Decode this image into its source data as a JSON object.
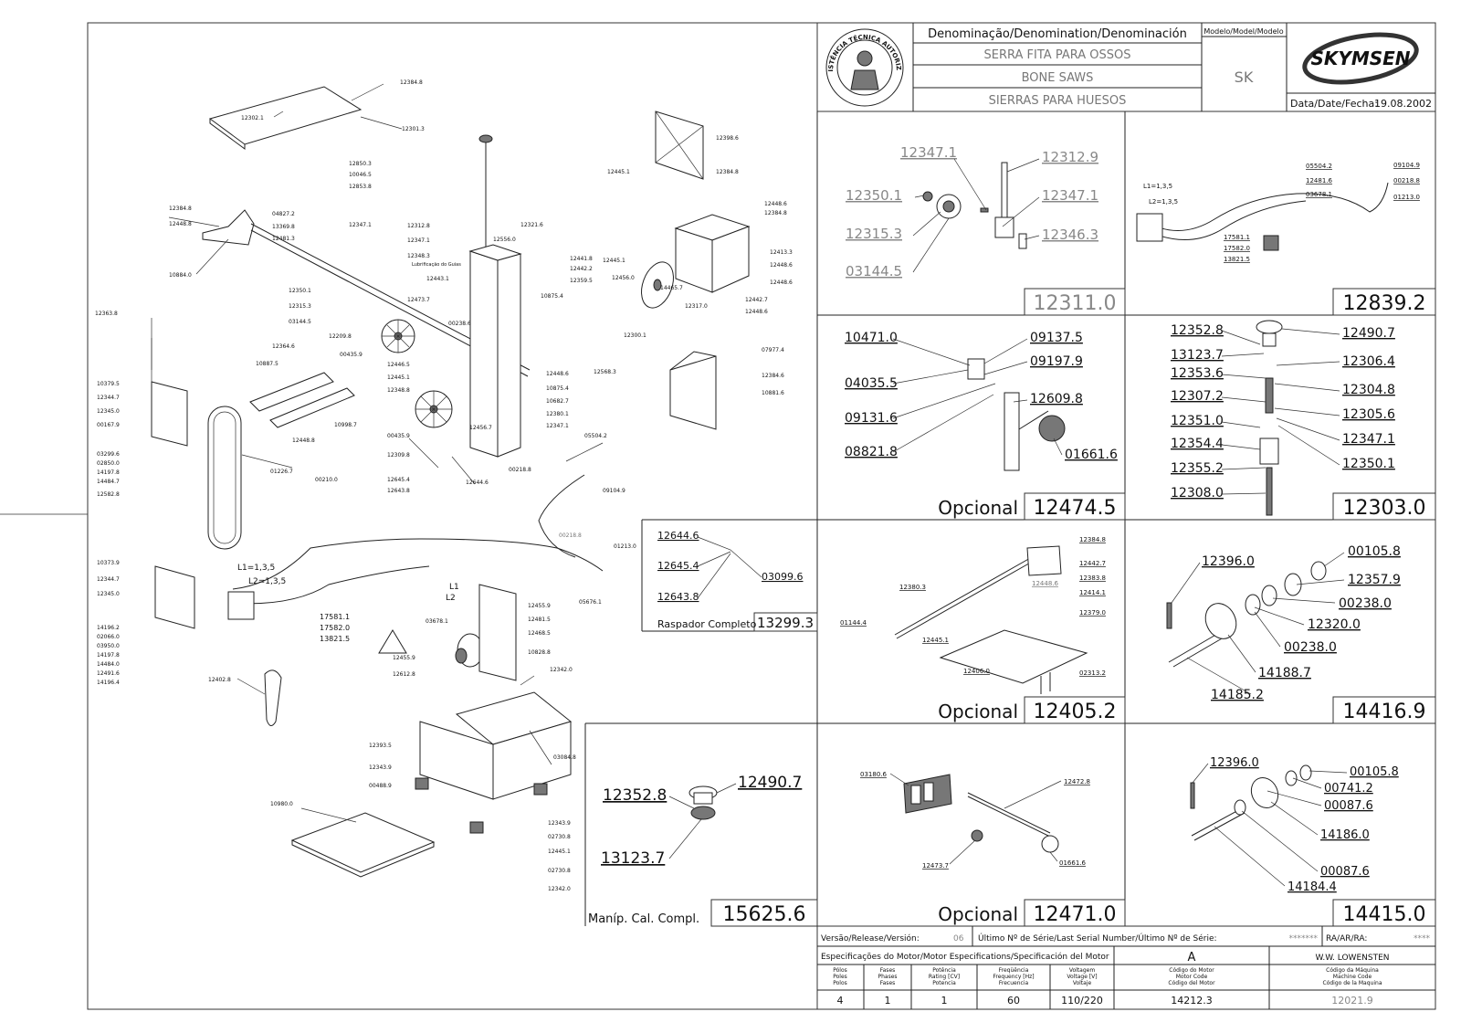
{
  "title_block": {
    "denomination_header": "Denominação/Denomination/Denominación",
    "denomination_pt": "SERRA FITA PARA OSSOS",
    "denomination_en": "BONE SAWS",
    "denomination_es": "SIERRAS PARA HUESOS",
    "model_header": "Modelo/Model/Modelo",
    "model": "SK",
    "brand": "SKYMSEN",
    "date_label": "Data/Date/Fecha:",
    "date": "19.08.2002",
    "seal_text": "ASSISTÊNCIA TÉCNICA AUTORIZADA"
  },
  "footer": {
    "version_label": "Versão/Release/Versión:",
    "version": "06",
    "serial_label": "Último Nº de Série/Last Serial Number/Último Nº de Série:",
    "serial": "*******",
    "ra_label": "RA/AR/RA:",
    "ra": "****",
    "motor_spec_label": "Especificações do Motor/Motor Especifications/Specificación del Motor",
    "motor_code_letter": "A",
    "maker": "W.W. LOWENSTEN",
    "headers": [
      [
        "Pólos",
        "Poles",
        "Polos"
      ],
      [
        "Fases",
        "Phases",
        "Fases"
      ],
      [
        "Potência",
        "Rating [CV]",
        "Potencia"
      ],
      [
        "Freqüência",
        "Frequency [Hz]",
        "Frecuencia"
      ],
      [
        "Voltagem",
        "Voltage [V]",
        "Voltaje"
      ],
      [
        "Código do Motor",
        "Motor Code",
        "Código del Motor"
      ],
      [
        "Código da Máquina",
        "Machine Code",
        "Código de la Maquina"
      ]
    ],
    "values": [
      "4",
      "1",
      "1",
      "60",
      "110/220",
      "14212.3",
      "12021.9"
    ]
  },
  "panels": {
    "p12311": {
      "code": "12311.0",
      "labels": [
        "12347.1",
        "12312.9",
        "12350.1",
        "12347.1",
        "12315.3",
        "12346.3",
        "03144.5"
      ]
    },
    "p12839": {
      "code": "12839.2",
      "labels": [
        "05504.2",
        "09104.9",
        "12481.6",
        "00218.8",
        "L1=1,3,5",
        "03678.1",
        "01213.0",
        "L2=1,3,5",
        "17581.1",
        "17582.0",
        "13821.5"
      ]
    },
    "p12474": {
      "caption": "Opcional",
      "code": "12474.5",
      "labels": [
        "10471.0",
        "09137.5",
        "09197.9",
        "04035.5",
        "12609.8",
        "09131.6",
        "08821.8",
        "01661.6"
      ]
    },
    "p12303": {
      "code": "12303.0",
      "labels": [
        "12352.8",
        "12490.7",
        "13123.7",
        "12306.4",
        "12353.6",
        "12304.8",
        "12307.2",
        "12305.6",
        "12351.0",
        "12347.1",
        "12354.4",
        "12350.1",
        "12355.2",
        "12308.0"
      ]
    },
    "p13299": {
      "caption": "Raspador Completo",
      "code": "13299.3",
      "labels": [
        "12644.6",
        "12645.4",
        "03099.6",
        "12643.8"
      ]
    },
    "p12405": {
      "caption": "Opcional",
      "code": "12405.2",
      "labels": [
        "12384.8",
        "12442.7",
        "12380.3",
        "12383.8",
        "12448.6",
        "12414.1",
        "12379.0",
        "01144.4",
        "12445.1",
        "12406.0",
        "02313.2"
      ]
    },
    "p14416": {
      "code": "14416.9",
      "labels": [
        "12396.0",
        "00105.8",
        "12357.9",
        "00238.0",
        "12320.0",
        "00238.0",
        "14188.7",
        "14185.2"
      ]
    },
    "p15625": {
      "caption": "Maníp. Cal. Compl.",
      "code": "15625.6",
      "labels": [
        "12352.8",
        "12490.7",
        "13123.7"
      ]
    },
    "p12471": {
      "caption": "Opcional",
      "code": "12471.0",
      "labels": [
        "03180.6",
        "12472.8",
        "12473.7",
        "01661.6"
      ]
    },
    "p14415": {
      "code": "14415.0",
      "labels": [
        "12396.0",
        "00105.8",
        "00741.2",
        "00087.6",
        "14186.0",
        "00087.6",
        "14184.4"
      ]
    }
  },
  "main_labels": [
    "12384.8",
    "12302.1",
    "12301.3",
    "12398.6",
    "12384.8",
    "12445.1",
    "12384.8",
    "12448.8",
    "10884.0",
    "12850.3",
    "10046.5",
    "04827.2",
    "12853.8",
    "13369.8",
    "12347.1",
    "12481.3",
    "12312.8",
    "12347.1",
    "12348.3",
    "Lubrificação do Guias",
    "12443.1",
    "12350.1",
    "12473.7",
    "12315.3",
    "03144.5",
    "12209.8",
    "00435.9",
    "00238.6",
    "12321.6",
    "12556.0",
    "12441.8",
    "12442.2",
    "12359.5",
    "12448.6",
    "12384.8",
    "12413.3",
    "12448.6",
    "12448.6",
    "12445.1",
    "12456.0",
    "10875.4",
    "14465.7",
    "12317.0",
    "12442.7",
    "12448.6",
    "12300.1",
    "12363.8",
    "10379.5",
    "12344.7",
    "12345.0",
    "00167.9",
    "03299.6",
    "02850.0",
    "14197.8",
    "14484.7",
    "12364.6",
    "10887.5",
    "12446.5",
    "12445.1",
    "12348.8",
    "10998.7",
    "12448.8",
    "12448.6",
    "10875.4",
    "10682.7",
    "12380.1",
    "12347.1",
    "12456.7",
    "12568.3",
    "07977.4",
    "12384.6",
    "10881.6",
    "00435.9",
    "12309.8",
    "12645.4",
    "12643.8",
    "12644.6",
    "00218.8",
    "05504.2",
    "09104.9",
    "01226.7",
    "00210.0",
    "00218.8",
    "01213.0",
    "12582.8",
    "10373.9",
    "12344.7",
    "12345.0",
    "14196.2",
    "02066.0",
    "03950.0",
    "14197.8",
    "14484.0",
    "12491.6",
    "14196.4",
    "L1=1,3,5",
    "L2=1,3,5",
    "17581.1",
    "17582.0",
    "13821.5",
    "L1",
    "L2",
    "03678.1",
    "12455.9",
    "12481.5",
    "12468.5",
    "05676.1",
    "12455.9",
    "12612.8",
    "10828.8",
    "12342.0",
    "12402.8",
    "12393.5",
    "12343.9",
    "00488.9",
    "03084.8",
    "10980.0",
    "12343.9",
    "02730.8",
    "12445.1",
    "02730.8",
    "12342.0"
  ]
}
